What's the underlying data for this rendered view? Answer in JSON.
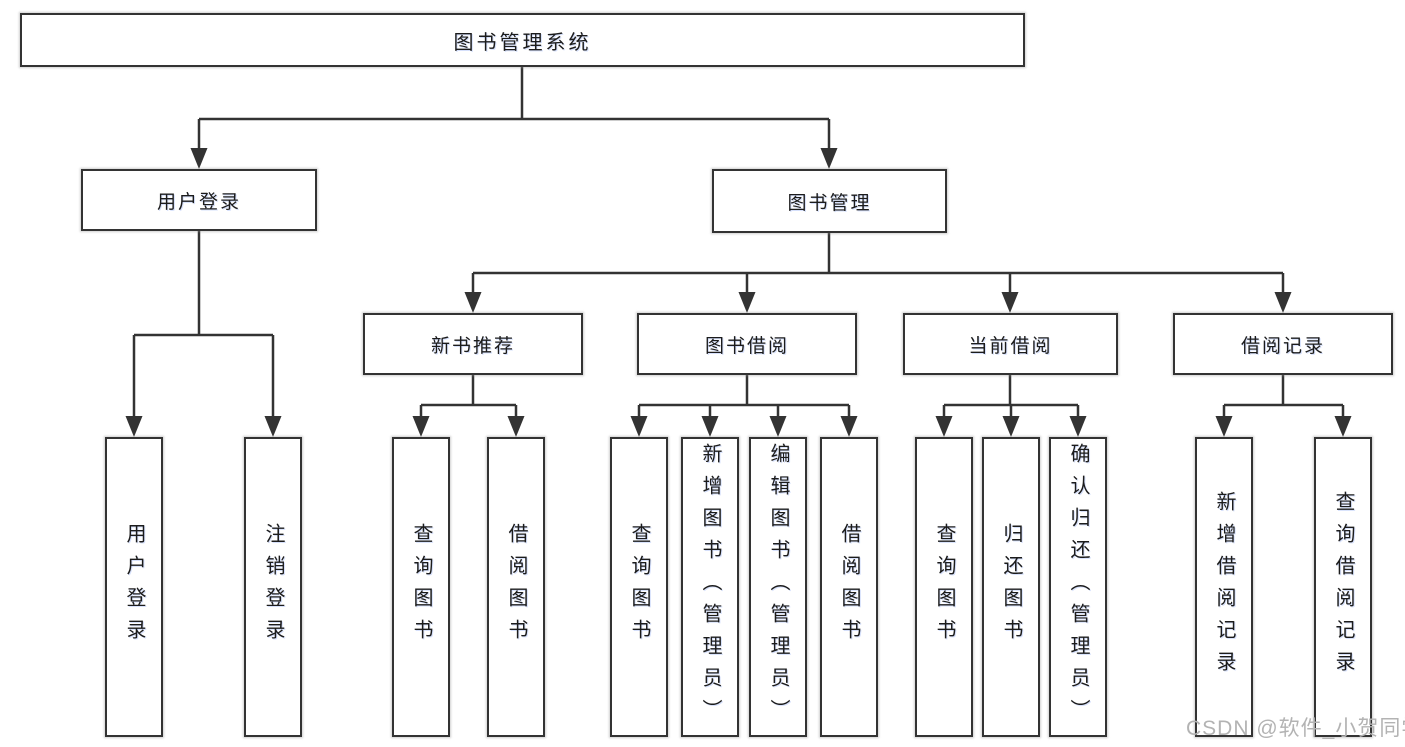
{
  "diagram_type": "hierarchy-tree",
  "tree": {
    "root": {
      "label": "图书管理系统"
    },
    "branches": [
      {
        "label": "用户登录",
        "children": [
          {
            "label": "用户登录"
          },
          {
            "label": "注销登录"
          }
        ]
      },
      {
        "label": "图书管理",
        "children": [
          {
            "label": "新书推荐",
            "children": [
              {
                "label": "查询图书"
              },
              {
                "label": "借阅图书"
              }
            ]
          },
          {
            "label": "图书借阅",
            "children": [
              {
                "label": "查询图书"
              },
              {
                "label": "新增图书（管理员）"
              },
              {
                "label": "编辑图书（管理员）"
              },
              {
                "label": "借阅图书"
              }
            ]
          },
          {
            "label": "当前借阅",
            "children": [
              {
                "label": "查询图书"
              },
              {
                "label": "归还图书"
              },
              {
                "label": "确认归还（管理员）"
              }
            ]
          },
          {
            "label": "借阅记录",
            "children": [
              {
                "label": "新增借阅记录"
              },
              {
                "label": "查询借阅记录"
              }
            ]
          }
        ]
      }
    ]
  },
  "watermark": {
    "text": "CSDN @软件_小贺同学"
  },
  "colors": {
    "line": "#333333",
    "text": "#1c1c1c",
    "background": "#ffffff",
    "watermark": "#b3b3b3"
  }
}
